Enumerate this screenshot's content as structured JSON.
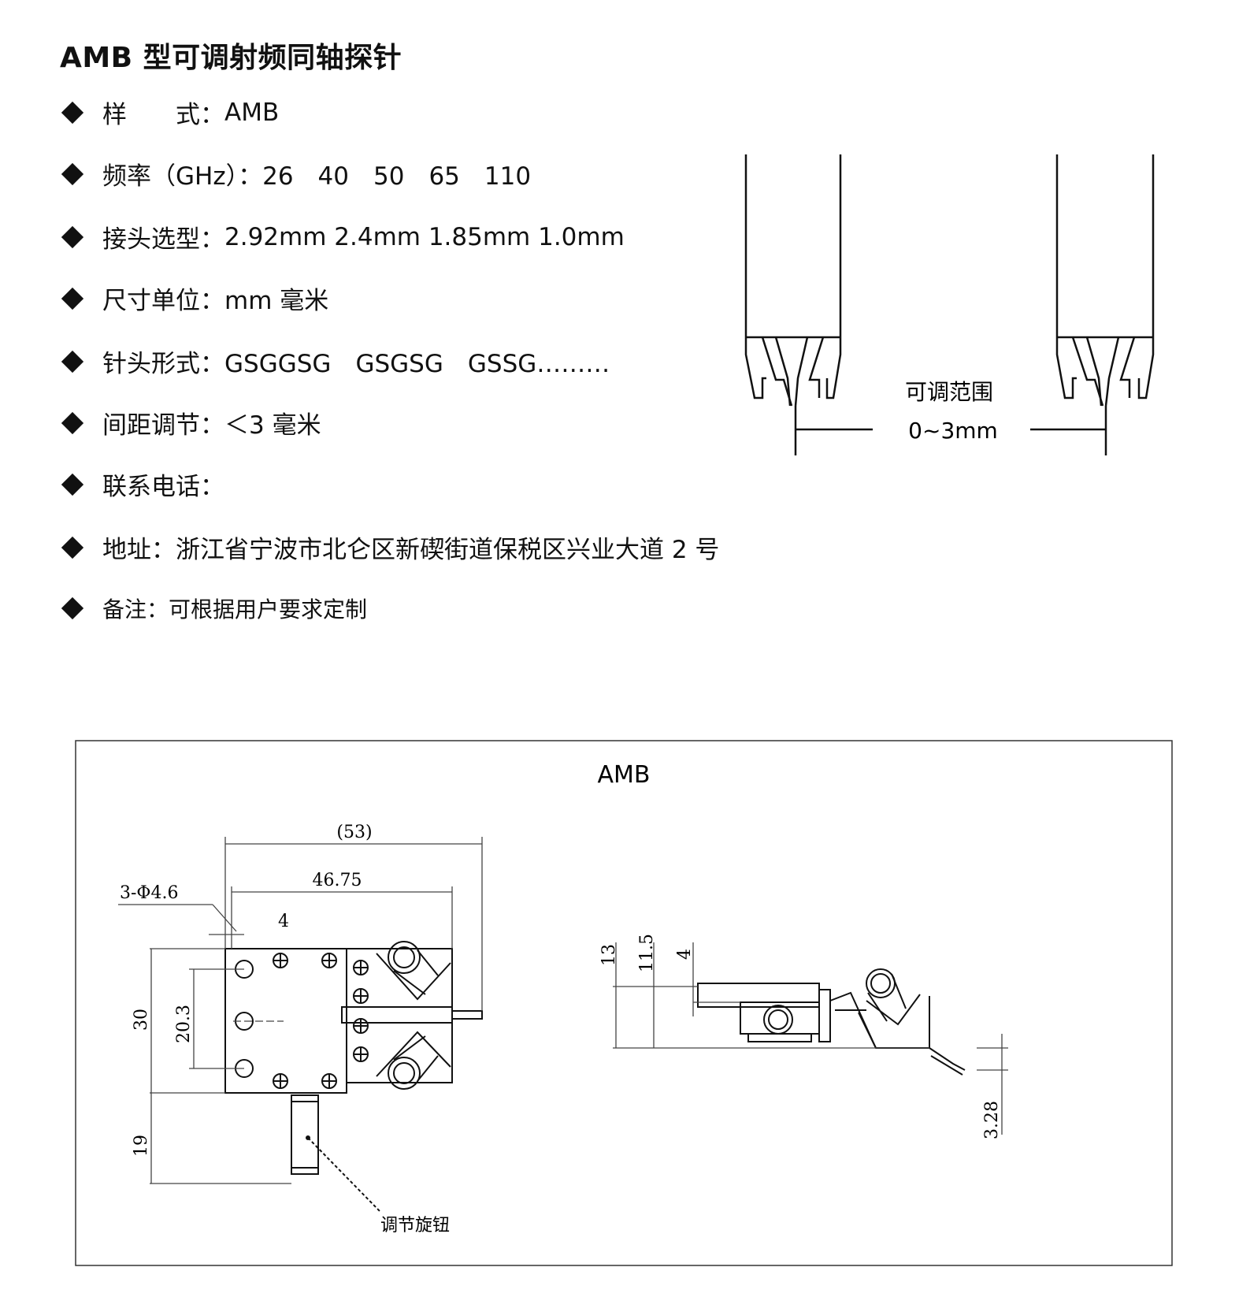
{
  "title": "AMB 型可调射频同轴探针",
  "specs": [
    {
      "label": "样　　式：",
      "value": "AMB"
    },
    {
      "label": "频率（GHz）：",
      "value": "26　40　50　65　110"
    },
    {
      "label": "接头选型：",
      "value": "2.92mm 2.4mm 1.85mm 1.0mm"
    },
    {
      "label": "尺寸单位：",
      "value": "mm 毫米"
    },
    {
      "label": "针头形式：",
      "value": "GSGGSG　GSGSG　GSSG………"
    },
    {
      "label": "间距调节：",
      "value": "＜3 毫米"
    },
    {
      "label": "联系电话：",
      "value": ""
    },
    {
      "label": "地址：",
      "value": "浙江省宁波市北仑区新碶街道保税区兴业大道 2 号"
    },
    {
      "label": "备注：",
      "value": "可根据用户要求定制"
    }
  ],
  "range_diagram": {
    "label": "可调范围",
    "range": "0~3mm"
  },
  "drawing": {
    "title": "AMB",
    "dims": {
      "d53": "(53)",
      "d4675": "46.75",
      "holes": "3-Φ4.6",
      "d4a": "4",
      "d30": "30",
      "d203": "20.3",
      "d19": "19",
      "knob": "调节旋钮",
      "d13": "13",
      "d115": "11.5",
      "d4b": "4",
      "d328": "3.28"
    }
  }
}
